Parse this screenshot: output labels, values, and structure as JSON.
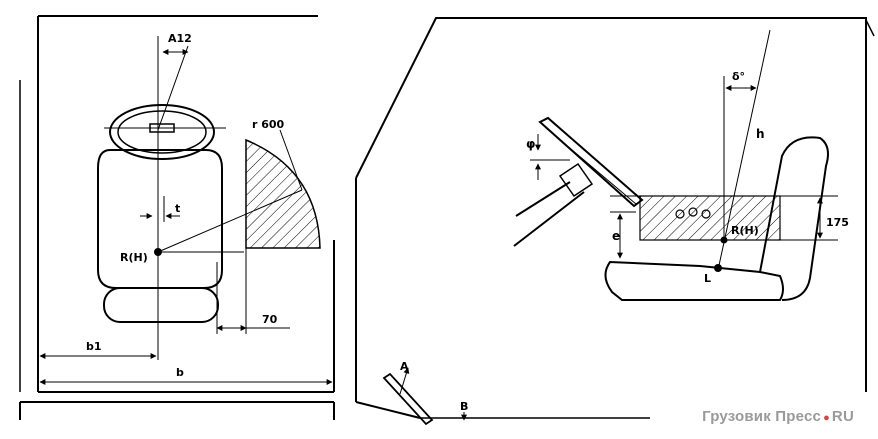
{
  "top_view": {
    "labels": {
      "a12": "A12",
      "r600": "r 600",
      "t": "t",
      "rh": "R(H)",
      "d70": "70",
      "b1": "b1",
      "b": "b"
    }
  },
  "side_view": {
    "labels": {
      "alpha": "δ°",
      "h": "h",
      "phi": "φ",
      "e": "e",
      "rh": "R(H)",
      "d175": "175",
      "l": "L",
      "a": "A",
      "b": "B"
    }
  },
  "watermark": {
    "text": "Грузовик Пресс",
    "dot": "●",
    "suffix": "RU"
  }
}
